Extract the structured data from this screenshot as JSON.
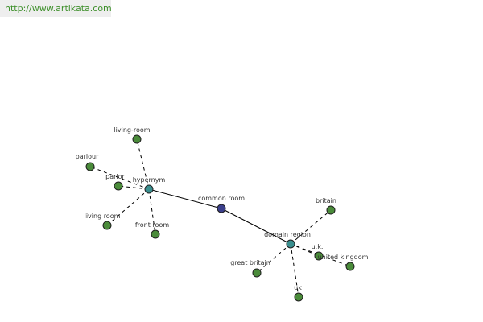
{
  "url": "http://www.artikata.com",
  "colors": {
    "leaf": "#4a8b3a",
    "hub": "#3a8f8f",
    "root": "#3b3f8c"
  },
  "graph": {
    "nodes": [
      {
        "id": "common-room",
        "label": "common room",
        "kind": "root"
      },
      {
        "id": "hypernym",
        "label": "hypernym",
        "kind": "hub"
      },
      {
        "id": "domain-region",
        "label": "domain region",
        "kind": "hub"
      },
      {
        "id": "living-room-hyphen",
        "label": "living-room",
        "kind": "leaf"
      },
      {
        "id": "parlour",
        "label": "parlour",
        "kind": "leaf"
      },
      {
        "id": "parlor",
        "label": "parlor",
        "kind": "leaf"
      },
      {
        "id": "living-room",
        "label": "living room",
        "kind": "leaf"
      },
      {
        "id": "front-room",
        "label": "front room",
        "kind": "leaf"
      },
      {
        "id": "britain",
        "label": "britain",
        "kind": "leaf"
      },
      {
        "id": "u-k",
        "label": "u.k.",
        "kind": "leaf"
      },
      {
        "id": "united-kingdom",
        "label": "united kingdom",
        "kind": "leaf"
      },
      {
        "id": "great-britain",
        "label": "great britain",
        "kind": "leaf"
      },
      {
        "id": "uk",
        "label": "uk",
        "kind": "leaf"
      }
    ],
    "edges": [
      {
        "from": "common-room",
        "to": "hypernym",
        "style": "solid"
      },
      {
        "from": "common-room",
        "to": "domain-region",
        "style": "solid"
      },
      {
        "from": "hypernym",
        "to": "living-room-hyphen",
        "style": "dashed"
      },
      {
        "from": "hypernym",
        "to": "parlour",
        "style": "dashed"
      },
      {
        "from": "hypernym",
        "to": "parlor",
        "style": "dashed"
      },
      {
        "from": "hypernym",
        "to": "living-room",
        "style": "dashed"
      },
      {
        "from": "hypernym",
        "to": "front-room",
        "style": "dashed"
      },
      {
        "from": "domain-region",
        "to": "britain",
        "style": "dashed"
      },
      {
        "from": "domain-region",
        "to": "u-k",
        "style": "dashed"
      },
      {
        "from": "domain-region",
        "to": "united-kingdom",
        "style": "dashed"
      },
      {
        "from": "domain-region",
        "to": "great-britain",
        "style": "dashed"
      },
      {
        "from": "domain-region",
        "to": "uk",
        "style": "dashed"
      }
    ]
  }
}
